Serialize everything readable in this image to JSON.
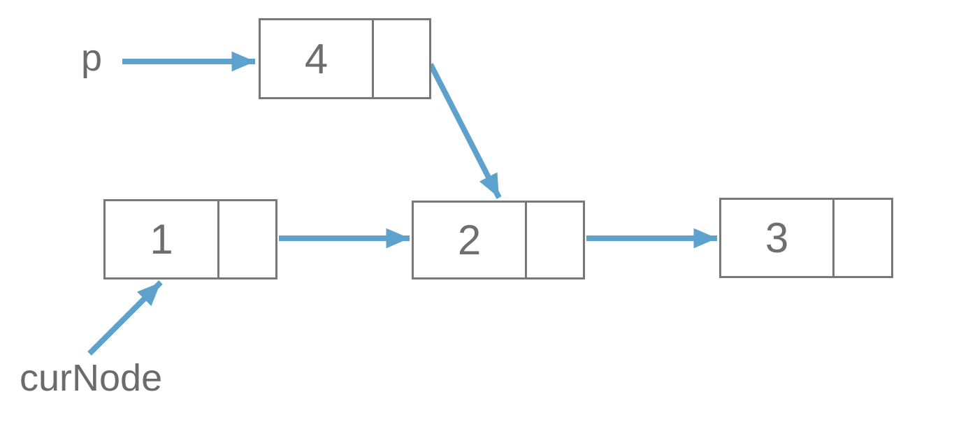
{
  "diagram": {
    "type": "singly-linked-list",
    "accent_color": "#5da2cd",
    "border_color": "#787878",
    "text_color": "#6e6e6e",
    "labels": {
      "p": "p",
      "curNode": "curNode"
    },
    "nodes": [
      {
        "id": "node-4",
        "value": "4",
        "next": "node-2"
      },
      {
        "id": "node-1",
        "value": "1",
        "next": "node-2"
      },
      {
        "id": "node-2",
        "value": "2",
        "next": "node-3"
      },
      {
        "id": "node-3",
        "value": "3",
        "next": null
      }
    ],
    "pointers": [
      {
        "name": "p",
        "points_to": "node-4"
      },
      {
        "name": "curNode",
        "points_to": "node-1"
      }
    ]
  }
}
